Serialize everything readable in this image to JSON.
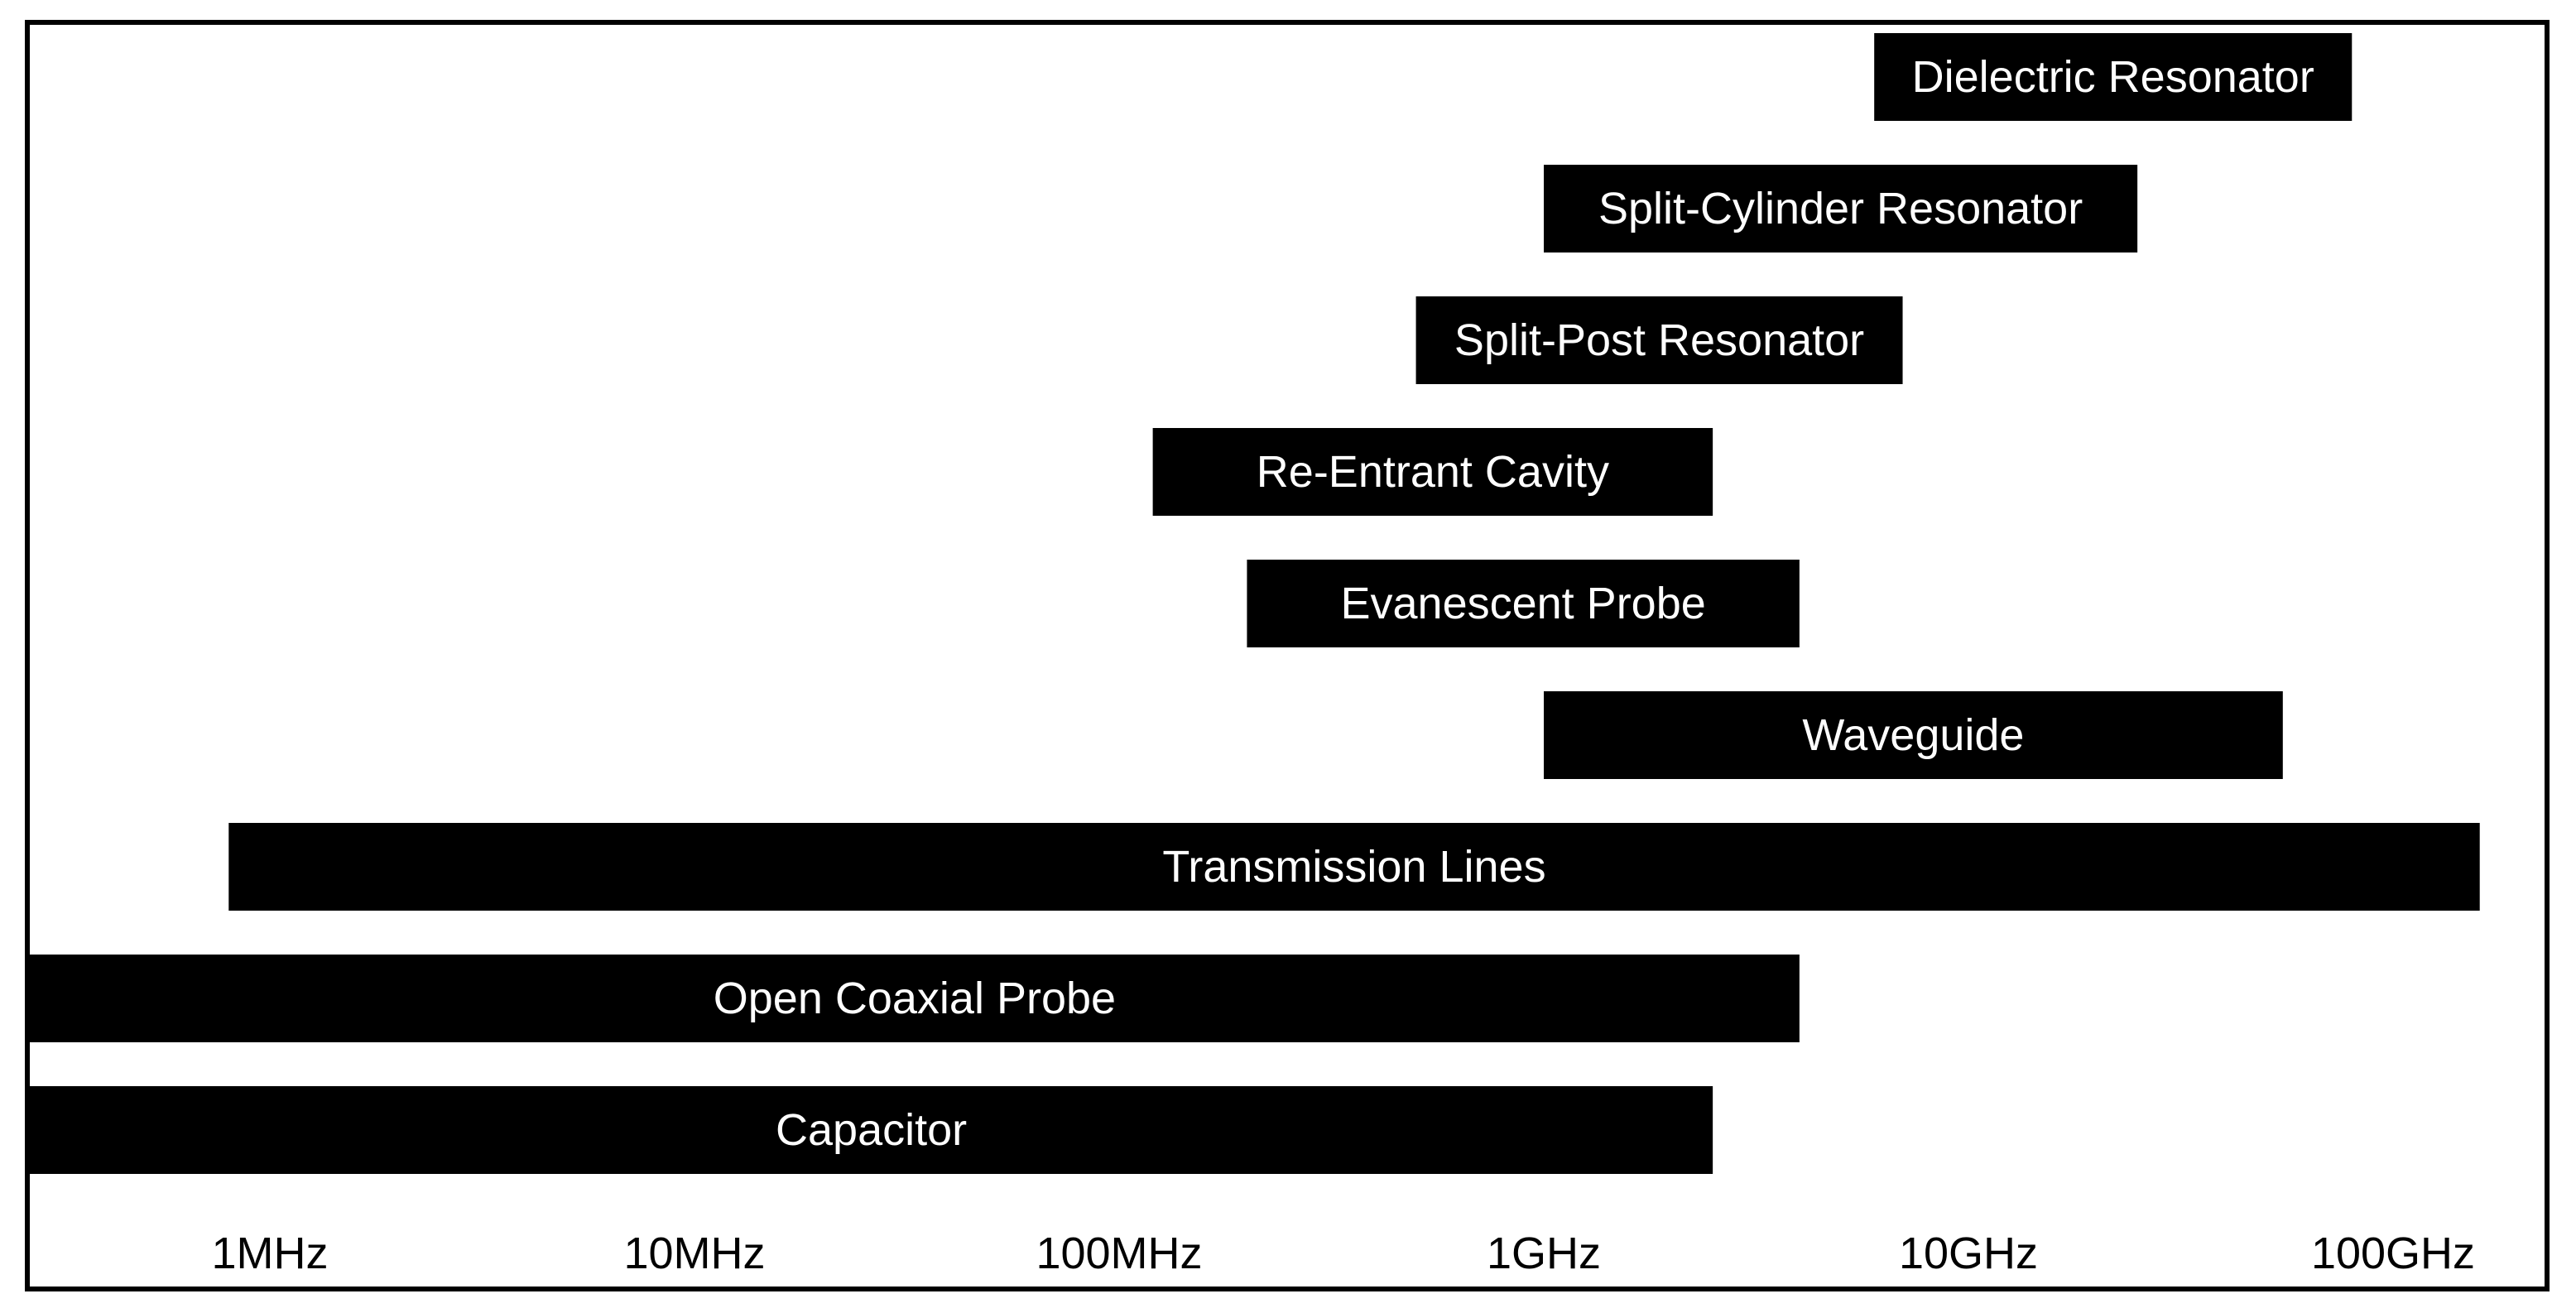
{
  "chart_data": {
    "type": "bar",
    "orientation": "horizontal",
    "x_scale": "log",
    "x_unit": "Hz",
    "xlim": [
      200000,
      200000000000
    ],
    "x_ticks": [
      {
        "value": 1000000,
        "label": "1MHz"
      },
      {
        "value": 10000000,
        "label": "10MHz"
      },
      {
        "value": 100000000,
        "label": "100MHz"
      },
      {
        "value": 1000000000,
        "label": "1GHz"
      },
      {
        "value": 10000000000,
        "label": "10GHz"
      },
      {
        "value": 100000000000,
        "label": "100GHz"
      }
    ],
    "bars": [
      {
        "label": "Dielectric Resonator",
        "start": 6000000000,
        "end": 80000000000
      },
      {
        "label": "Split-Cylinder Resonator",
        "start": 1000000000,
        "end": 25000000000
      },
      {
        "label": "Split-Post Resonator",
        "start": 500000000,
        "end": 7000000000
      },
      {
        "label": "Re-Entrant Cavity",
        "start": 120000000,
        "end": 2500000000
      },
      {
        "label": "Evanescent Probe",
        "start": 200000000,
        "end": 4000000000
      },
      {
        "label": "Waveguide",
        "start": 1000000000,
        "end": 55000000000
      },
      {
        "label": "Transmission Lines",
        "start": 800000,
        "end": 160000000000
      },
      {
        "label": "Open Coaxial Probe",
        "start": 200000,
        "end": 4000000000
      },
      {
        "label": "Capacitor",
        "start": 200000,
        "end": 2500000000
      }
    ],
    "bar_color": "#000000",
    "bar_text_color": "#ffffff",
    "grid": false,
    "title": "",
    "xlabel": "",
    "ylabel": ""
  }
}
